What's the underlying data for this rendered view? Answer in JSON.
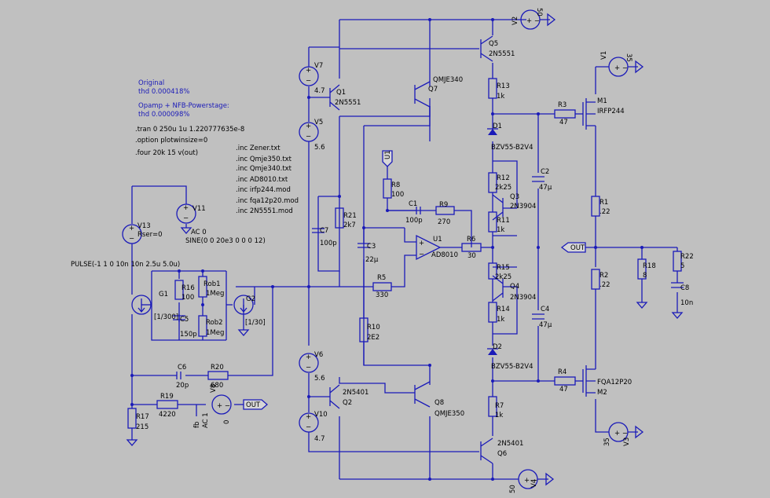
{
  "notes": {
    "original_label": "Original",
    "original_thd": "thd 0.000418%",
    "opamp_label": "Opamp + NFB-Powerstage:",
    "opamp_thd": "thd 0.000098%",
    "tran": ".tran 0 250u 1u 1.220777635e-8",
    "option": ".option plotwinsize=0",
    "four": ".four 20k 15 v(out)",
    "includes": [
      ".inc Zener.txt",
      ".inc Qmje350.txt",
      ".inc Qmje340.txt",
      ".inc AD8010.txt",
      ".inc irfp244.mod",
      ".inc fqa12p20.mod",
      ".inc 2N5551.mod"
    ]
  },
  "components": {
    "V2": {
      "name": "V2",
      "value": "50"
    },
    "V1": {
      "name": "V1",
      "value": "35"
    },
    "V3": {
      "name": "V3",
      "value": "35"
    },
    "V4": {
      "name": "V4",
      "value": "50"
    },
    "V7": {
      "name": "V7",
      "value": "4.7"
    },
    "V5": {
      "name": "V5",
      "value": "5.6"
    },
    "V6": {
      "name": "V6",
      "value": "5.6"
    },
    "V10": {
      "name": "V10",
      "value": "4.7"
    },
    "V11": {
      "name": "V11",
      "value1": "AC 0",
      "value2": "SINE(0 0 20e3 0 0 0 12)"
    },
    "V13": {
      "name": "V13",
      "value": "Rser=0"
    },
    "V8": {
      "name": "V8",
      "value1": "AC 1",
      "value2": "0",
      "tag": "fb"
    },
    "pulse": "PULSE(-1 1 0 10n 10n 2.5u 5.0u)",
    "Q1": {
      "name": "Q1",
      "value": "2N5551"
    },
    "Q2": {
      "name": "Q2",
      "value": "2N5401"
    },
    "Q3": {
      "name": "Q3",
      "value": "2N3904"
    },
    "Q4": {
      "name": "Q4",
      "value": "2N3904"
    },
    "Q5": {
      "name": "Q5",
      "value": "2N5551"
    },
    "Q6": {
      "name": "Q6",
      "value": "2N5401"
    },
    "Q7": {
      "name": "Q7",
      "value": "QMJE340"
    },
    "Q8": {
      "name": "Q8",
      "value": "QMJE350"
    },
    "M1": {
      "name": "M1",
      "value": "IRFP244"
    },
    "M2": {
      "name": "M2",
      "value": "FQA12P20"
    },
    "U1": {
      "name": "U1",
      "value": "AD8010"
    },
    "G1": {
      "name": "G1",
      "value": "[1/300]"
    },
    "G2": {
      "name": "G2",
      "value": "[1/30]"
    },
    "D1": {
      "name": "D1",
      "value": "BZV55-B2V4"
    },
    "D2": {
      "name": "D2",
      "value": "BZV55-B2V4"
    },
    "R1": {
      "name": "R1",
      "value": ".22"
    },
    "R2": {
      "name": "R2",
      "value": ".22"
    },
    "R3": {
      "name": "R3",
      "value": "47"
    },
    "R4": {
      "name": "R4",
      "value": "47"
    },
    "R5": {
      "name": "R5",
      "value": "330"
    },
    "R6": {
      "name": "R6",
      "value": "30"
    },
    "R7": {
      "name": "R7",
      "value": "1k"
    },
    "R8": {
      "name": "R8",
      "value": "100"
    },
    "R9": {
      "name": "R9",
      "value": "270"
    },
    "R10": {
      "name": "R10",
      "value": "2E2"
    },
    "R11": {
      "name": "R11",
      "value": "1k"
    },
    "R12": {
      "name": "R12",
      "value": "2k25"
    },
    "R13": {
      "name": "R13",
      "value": "1k"
    },
    "R14": {
      "name": "R14",
      "value": "1k"
    },
    "R15": {
      "name": "R15",
      "value": "2k25"
    },
    "R16": {
      "name": "R16",
      "value": "100"
    },
    "R17": {
      "name": "R17",
      "value": "215"
    },
    "R18": {
      "name": "R18",
      "value": "8"
    },
    "R19": {
      "name": "R19",
      "value": "4220"
    },
    "R20": {
      "name": "R20",
      "value": "680"
    },
    "R21": {
      "name": "R21",
      "value": "2k7"
    },
    "R22": {
      "name": "R22",
      "value": "5"
    },
    "Rob1": {
      "name": "Rob1",
      "value": "1Meg"
    },
    "Rob2": {
      "name": "Rob2",
      "value": "1Meg"
    },
    "C1": {
      "name": "C1",
      "value": "100p"
    },
    "C2": {
      "name": "C2",
      "value": "47µ"
    },
    "C3": {
      "name": "C3",
      "value": "22µ"
    },
    "C4": {
      "name": "C4",
      "value": "47µ"
    },
    "C5": {
      "name": "C5",
      "value": "150p"
    },
    "C6": {
      "name": "C6",
      "value": "20p"
    },
    "C7": {
      "name": "C7",
      "value": "100p"
    },
    "C8": {
      "name": "C8",
      "value": "10n"
    }
  },
  "ports": {
    "out_main": "OUT",
    "out_fb": "OUT",
    "u1_label": "U1"
  }
}
